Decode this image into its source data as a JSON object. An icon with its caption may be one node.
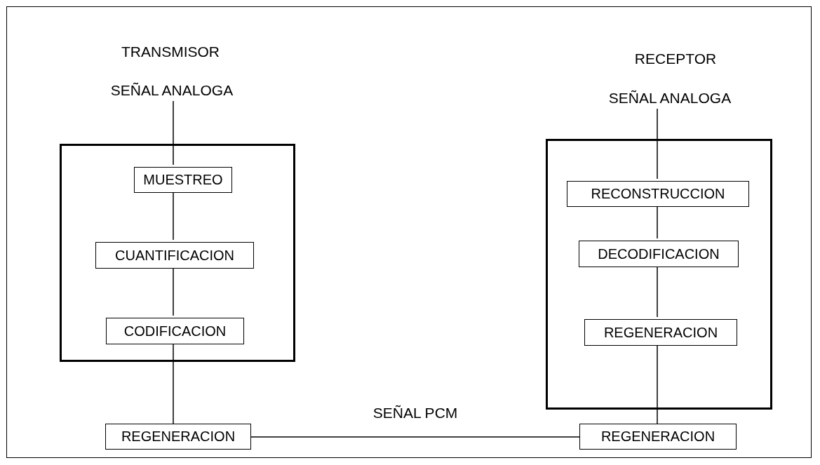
{
  "diagram": {
    "nodes": [
      {
        "text": [
          "SEÑAL ANALOGA"
        ]
      },
      {
        "text": [],
        "shape": "box"
      },
      {
        "text": [
          "MUESTREO"
        ],
        "in": 1
      },
      {
        "text": [
          "CUANTIFICACION"
        ],
        "in": 1
      },
      {
        "text": [
          "CODIFICACION"
        ],
        "in": 1
      },
      {
        "text": [
          "REGENERACION"
        ]
      },
      {
        "text": [
          "SEÑAL ANALOGA"
        ]
      },
      {
        "text": [],
        "shape": "box"
      },
      {
        "text": [
          "RECONSTRUCCION"
        ],
        "in": 7
      },
      {
        "text": [
          "DECODIFICACION"
        ],
        "in": 7
      },
      {
        "text": [
          "REGENERACION"
        ],
        "in": 7
      },
      {
        "text": [
          "REGENERACION"
        ]
      }
    ],
    "edges": [
      {
        "from": 0,
        "to": 2,
        "arrow": "none"
      },
      {
        "from": 2,
        "to": 3,
        "arrow": "none"
      },
      {
        "from": 3,
        "to": 4,
        "arrow": "none"
      },
      {
        "from": 4,
        "to": 5,
        "arrow": "none"
      },
      {
        "from": 5,
        "to": 11,
        "arrow": "none",
        "label": "SEÑAL PCM"
      },
      {
        "from": 11,
        "to": 10,
        "arrow": "none"
      },
      {
        "from": 10,
        "to": 9,
        "arrow": "none"
      },
      {
        "from": 9,
        "to": 8,
        "arrow": "none"
      },
      {
        "from": 8,
        "to": 6,
        "arrow": "none"
      }
    ],
    "labels": [
      "TRANSMISOR",
      "RECEPTOR"
    ]
  }
}
